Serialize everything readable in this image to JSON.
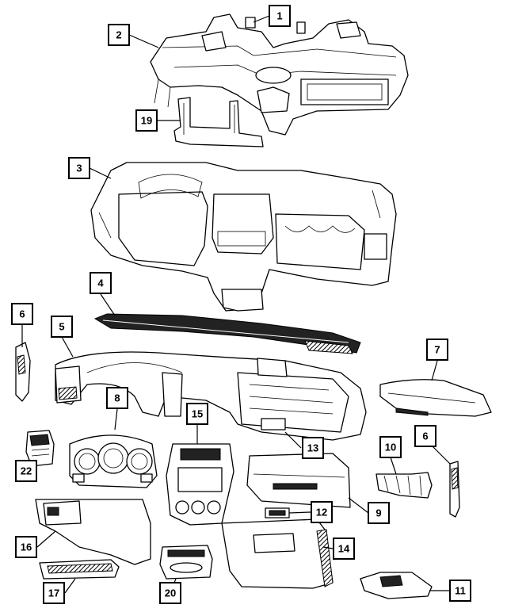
{
  "callouts": [
    {
      "id": "c1",
      "label": "1"
    },
    {
      "id": "c2",
      "label": "2"
    },
    {
      "id": "c3",
      "label": "3"
    },
    {
      "id": "c4",
      "label": "4"
    },
    {
      "id": "c5",
      "label": "5"
    },
    {
      "id": "c6a",
      "label": "6"
    },
    {
      "id": "c6b",
      "label": "6"
    },
    {
      "id": "c7",
      "label": "7"
    },
    {
      "id": "c8",
      "label": "8"
    },
    {
      "id": "c9",
      "label": "9"
    },
    {
      "id": "c10",
      "label": "10"
    },
    {
      "id": "c11",
      "label": "11"
    },
    {
      "id": "c12",
      "label": "12"
    },
    {
      "id": "c13",
      "label": "13"
    },
    {
      "id": "c14",
      "label": "14"
    },
    {
      "id": "c15",
      "label": "15"
    },
    {
      "id": "c16",
      "label": "16"
    },
    {
      "id": "c17",
      "label": "17"
    },
    {
      "id": "c19",
      "label": "19"
    },
    {
      "id": "c20",
      "label": "20"
    },
    {
      "id": "c22",
      "label": "22"
    }
  ],
  "colors": {
    "ink": "#000000",
    "paper": "#ffffff",
    "shade": "#222222"
  }
}
